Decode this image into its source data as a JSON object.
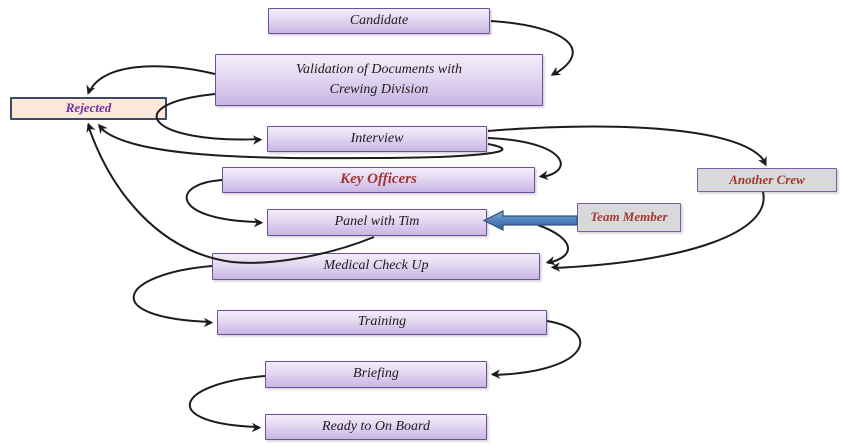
{
  "nodes": {
    "candidate": {
      "label": "Candidate"
    },
    "validation": {
      "label_line1": "Validation of Documents with",
      "label_line2": "Crewing Division"
    },
    "rejected": {
      "label": "Rejected"
    },
    "interview": {
      "label": "Interview"
    },
    "key_officers": {
      "label": "Key Officers"
    },
    "panel_with_tim": {
      "label": "Panel with Tim"
    },
    "team_member": {
      "label": "Team Member"
    },
    "another_crew": {
      "label": "Another Crew"
    },
    "medical": {
      "label": "Medical Check Up"
    },
    "training": {
      "label": "Training"
    },
    "briefing": {
      "label": "Briefing"
    },
    "ready": {
      "label": "Ready to On Board"
    }
  },
  "edges": [
    {
      "from": "candidate",
      "to": "validation"
    },
    {
      "from": "validation",
      "to": "rejected"
    },
    {
      "from": "validation",
      "to": "interview"
    },
    {
      "from": "interview",
      "to": "another_crew"
    },
    {
      "from": "interview",
      "to": "key_officers"
    },
    {
      "from": "interview",
      "to": "rejected"
    },
    {
      "from": "key_officers",
      "to": "panel_with_tim"
    },
    {
      "from": "team_member",
      "to": "panel_with_tim",
      "style": "thick-blue-block"
    },
    {
      "from": "team_member",
      "to": "medical"
    },
    {
      "from": "another_crew",
      "to": "medical"
    },
    {
      "from": "panel_with_tim",
      "to": "rejected"
    },
    {
      "from": "medical",
      "to": "training"
    },
    {
      "from": "training",
      "to": "briefing"
    },
    {
      "from": "briefing",
      "to": "ready"
    }
  ],
  "colors": {
    "process_fill_top": "#F3EEF9",
    "process_fill_bottom": "#C9B5E4",
    "process_border": "#6C4F94",
    "rejected_fill": "#FBE8D8",
    "rejected_border": "#3D4A63",
    "rejected_text": "#7030A0",
    "gray_fill": "#D9D9D9",
    "gray_border": "#7C5CA6",
    "accent_text": "#A33532",
    "arrow": "#1C1C1C",
    "block_arrow_fill": "#4F81BD",
    "block_arrow_border": "#2F5779"
  }
}
